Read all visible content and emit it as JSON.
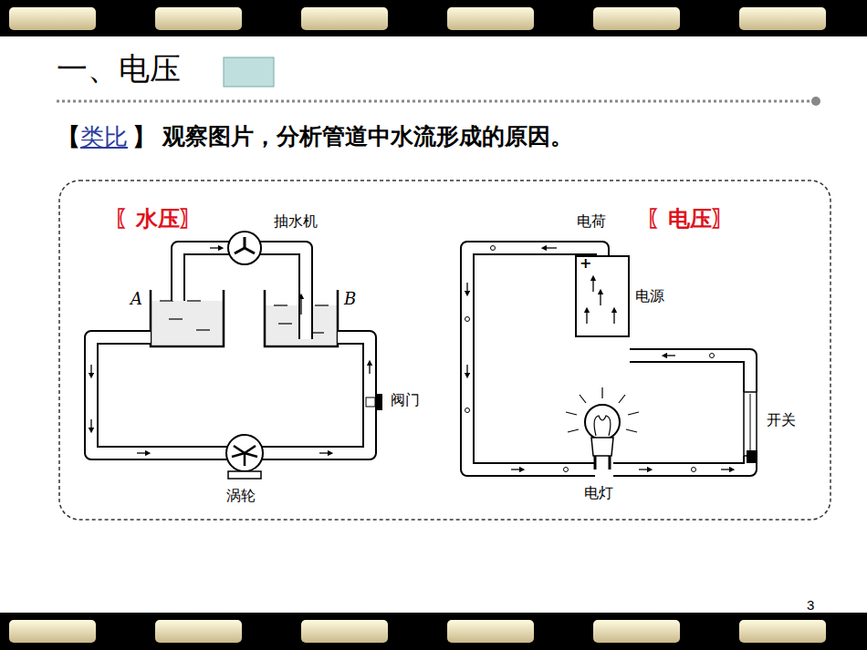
{
  "diagram": {
    "title": "一、电压",
    "nodes": [
      {
        "text": [
          "+",
          "电源"
        ]
      }
    ],
    "labels": [
      "【",
      "类比",
      "】",
      "观察图片，分析管道中水流形成的原因。",
      "〖水压〗",
      "抽水机",
      "A",
      "B",
      "阀门",
      "涡轮",
      "〖电压〗",
      "电荷",
      "开关",
      "电灯",
      "3"
    ]
  }
}
